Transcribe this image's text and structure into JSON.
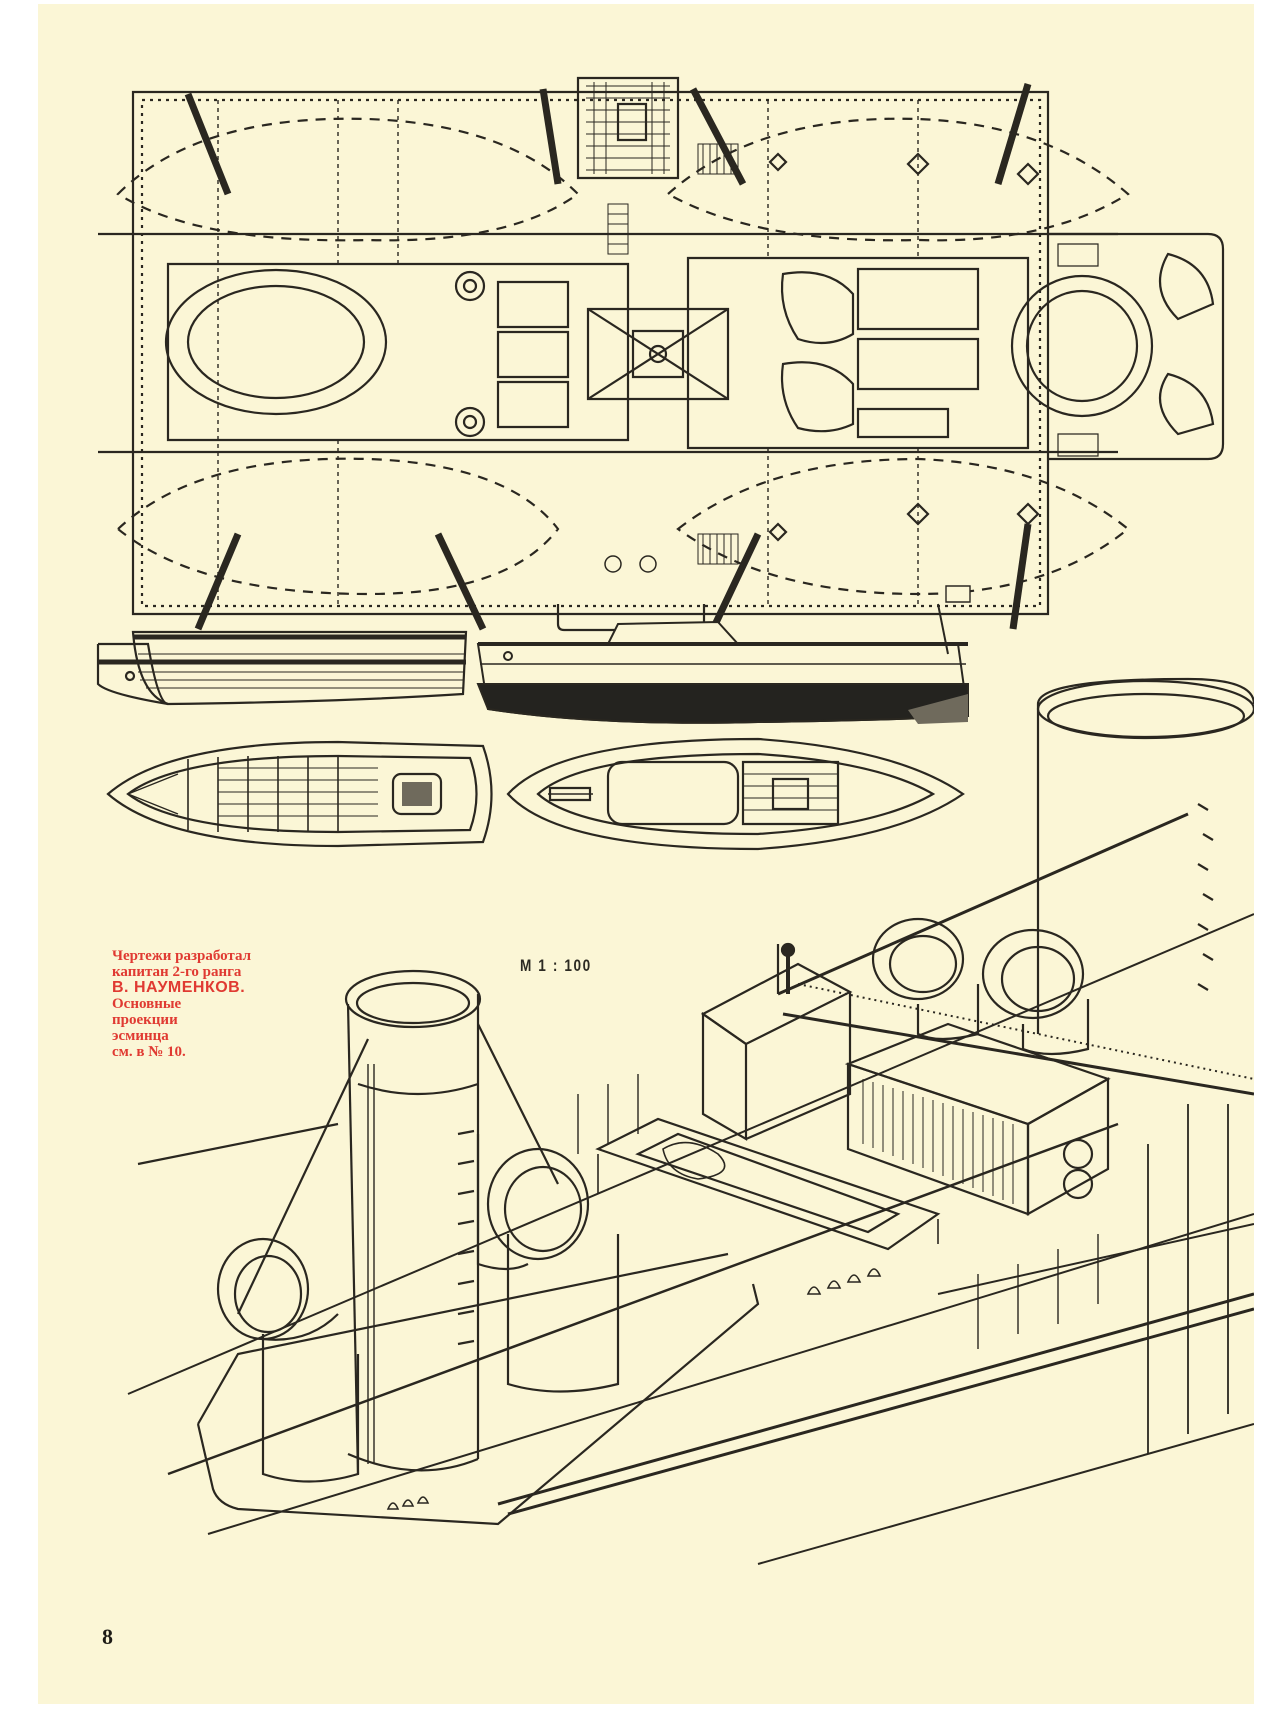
{
  "page": {
    "number": "8"
  },
  "credits": {
    "line1": "Чертежи разработал",
    "line2": "капитан 2-го ранга",
    "line3": "В. НАУМЕНКОВ.",
    "line4": "Основные",
    "line5": "проекции",
    "line6": "эсминца",
    "line7": "см. в № 10."
  },
  "scale": {
    "label": "М   1 : 100"
  },
  "colors": {
    "paper": "#fbf6d6",
    "ink": "#2a2720",
    "credit_red": "#e03a32",
    "hull_dark": "#24231f"
  }
}
